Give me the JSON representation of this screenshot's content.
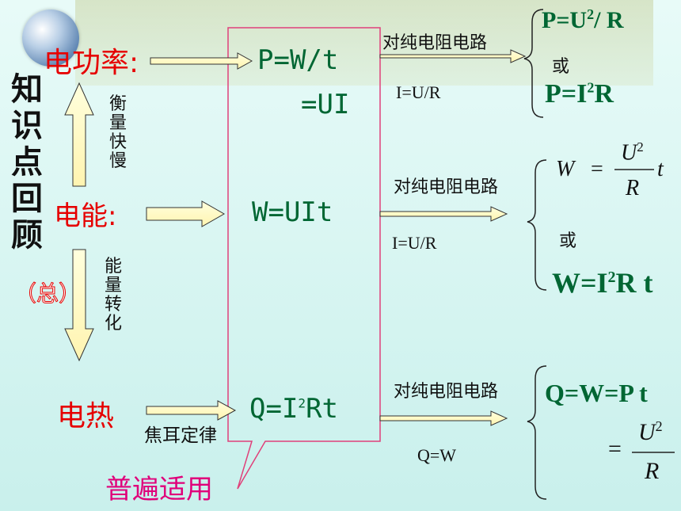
{
  "left": {
    "title_vertical": "知识点回顾",
    "title_sub": "（总）",
    "power_label": "电功率:",
    "energy_label": "电能:",
    "heat_label": "电热",
    "up_caption": "衡量快慢",
    "down_caption": "能量转化",
    "joule_caption": "焦耳定律",
    "universal_caption": "普遍适用"
  },
  "middle": {
    "power_formula_1": "P=W/t",
    "power_formula_2": "=UI",
    "energy_formula": "W=UIt",
    "heat_formula_prefix": "Q=I",
    "heat_formula_exp": "2",
    "heat_formula_suffix": "Rt"
  },
  "branches": {
    "pure_resistor": "对纯电阻电路",
    "ohm_law": "I=U/R",
    "q_eq_w": "Q=W",
    "or": "或"
  },
  "right": {
    "p1_prefix": "P=U",
    "p1_exp": "2",
    "p1_suffix": "/ R",
    "p2_prefix": "P=I",
    "p2_exp": "2",
    "p2_suffix": "R",
    "w1_lhs": "W",
    "w1_eq": "=",
    "w1_num": "U",
    "w1_exp": "2",
    "w1_den": "R",
    "w1_t": "t",
    "w2_prefix": "W=I",
    "w2_exp": "2",
    "w2_suffix": "R t",
    "q1": "Q=W=P t",
    "q2_eq": "=",
    "q2_num": "U",
    "q2_exp": "2",
    "q2_den": "R"
  },
  "colors": {
    "red": "#e60000",
    "green": "#006633",
    "magenta": "#e0007a",
    "arrow_fill": "#ffffcc"
  }
}
